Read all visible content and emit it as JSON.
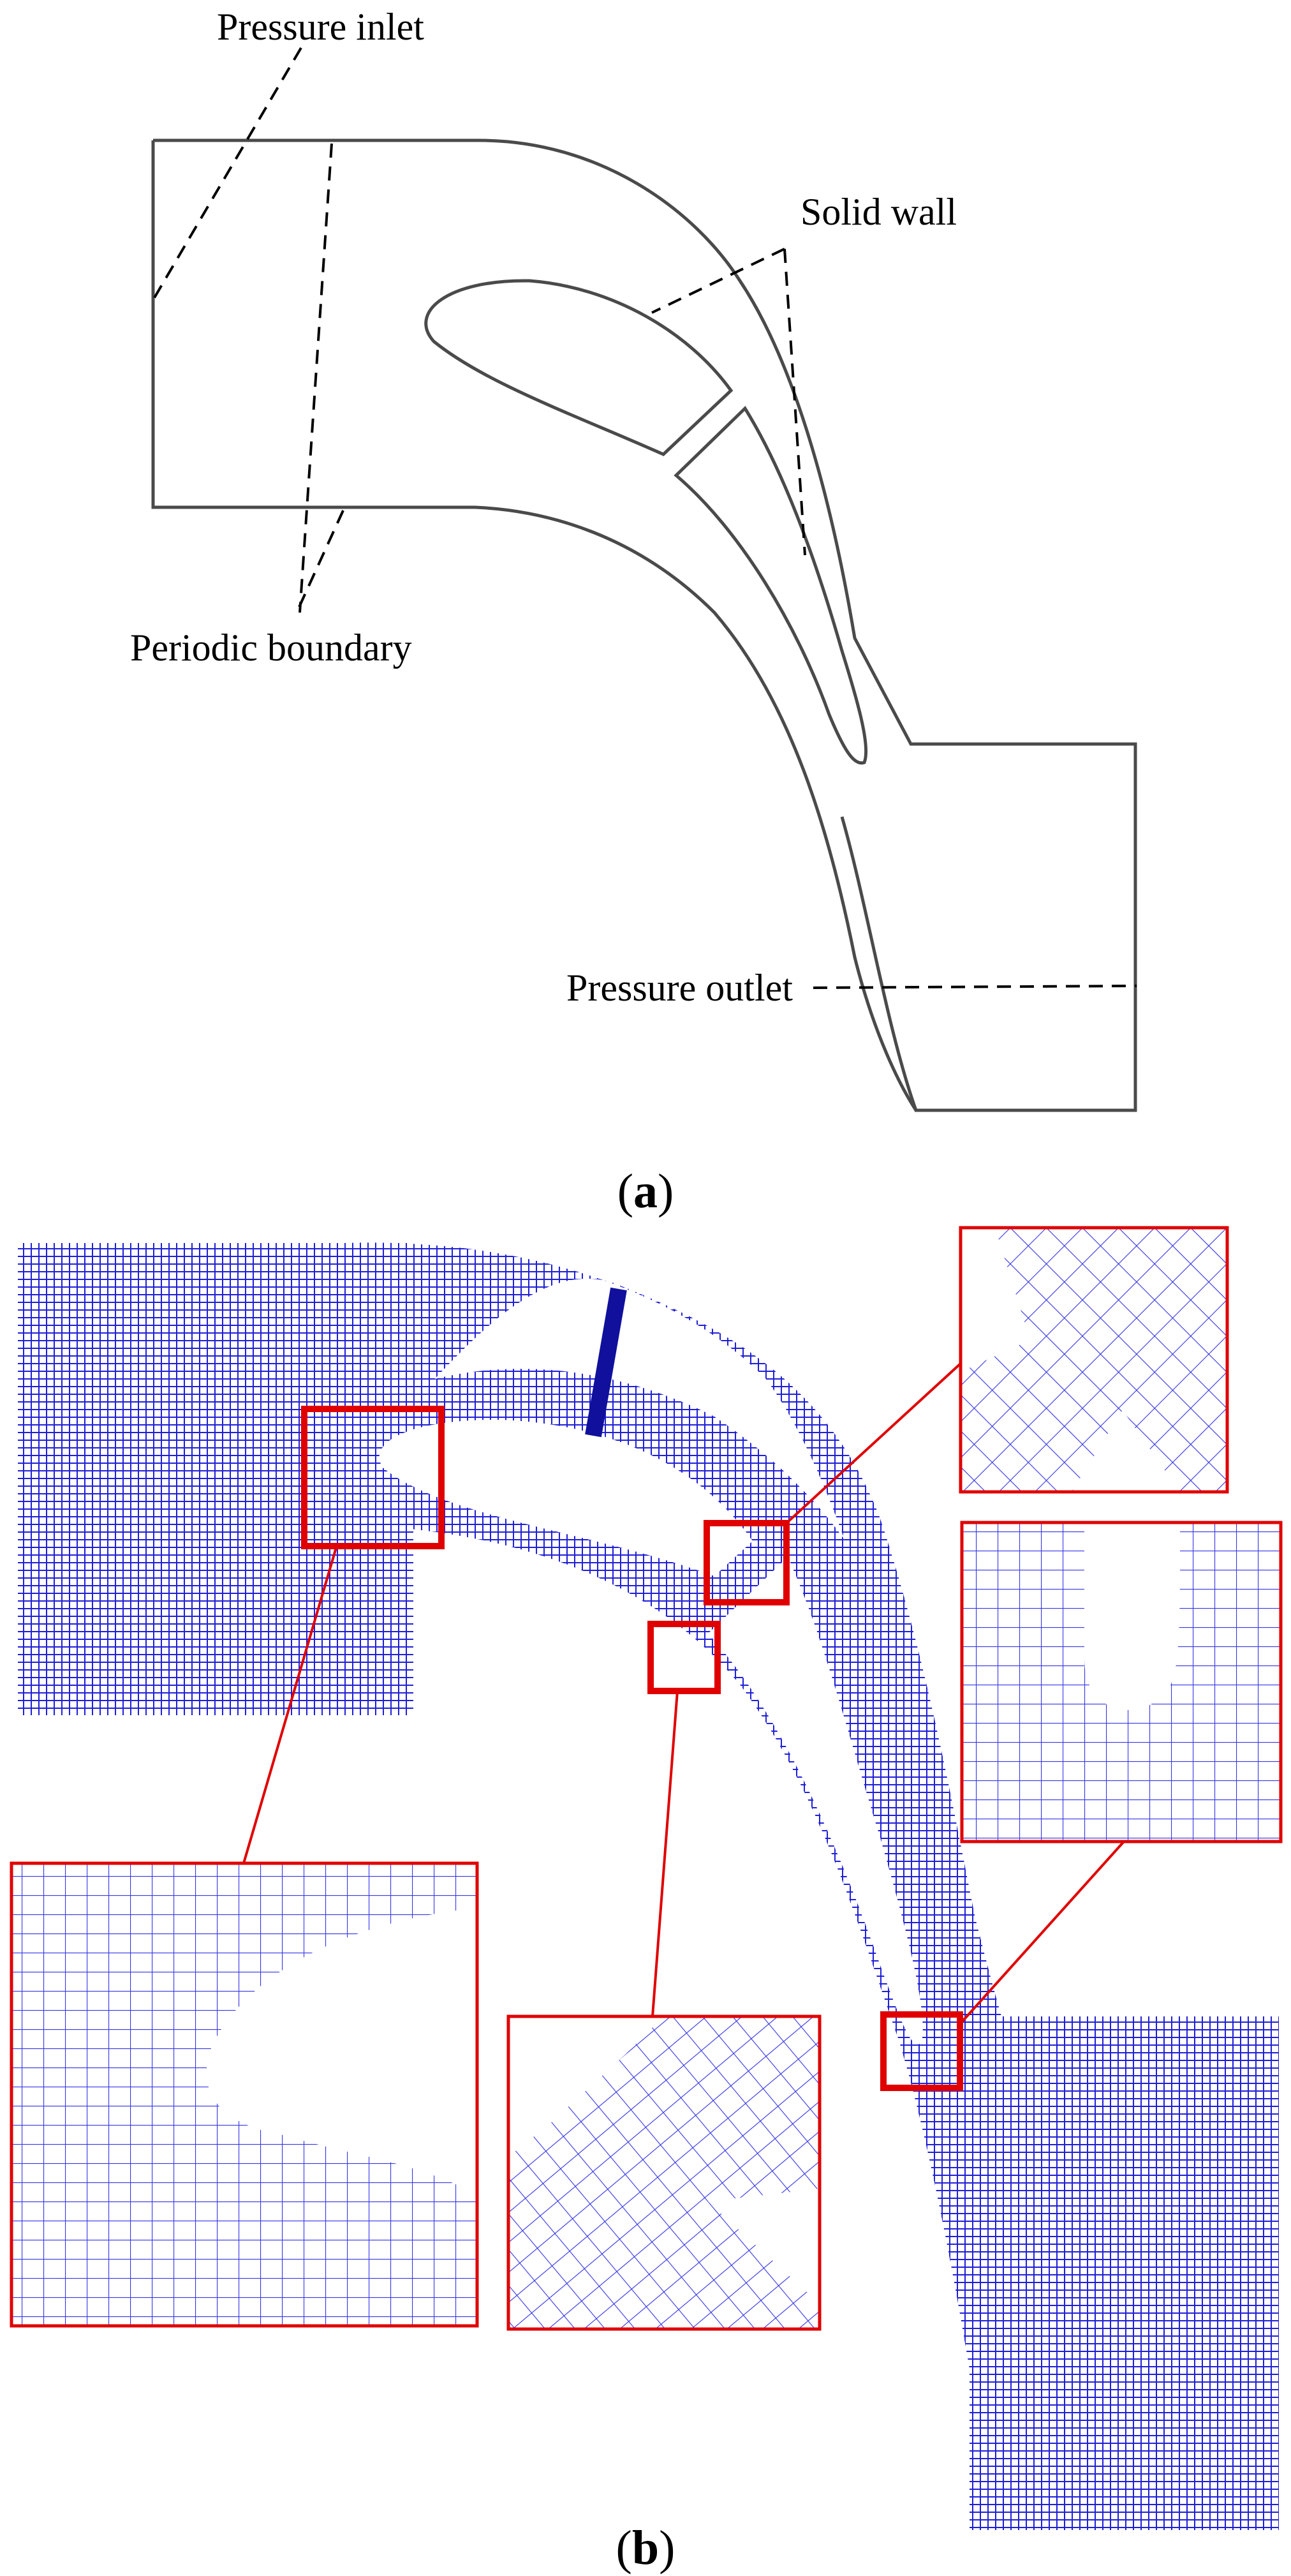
{
  "panel_a": {
    "labels": {
      "pressure_inlet": "Pressure inlet",
      "solid_wall": "Solid wall",
      "periodic_boundary": "Periodic boundary",
      "pressure_outlet": "Pressure outlet"
    },
    "caption": {
      "open": "(",
      "letter": "a",
      "close": ")"
    }
  },
  "panel_b": {
    "caption": {
      "open": "(",
      "letter": "b",
      "close": ")"
    },
    "mesh_color": "#1f1fd6",
    "highlight_color": "#e00000",
    "zoom_insets": [
      "leading-edge",
      "upper-slot-junction",
      "lower-slot-junction",
      "trailing-edge"
    ]
  }
}
